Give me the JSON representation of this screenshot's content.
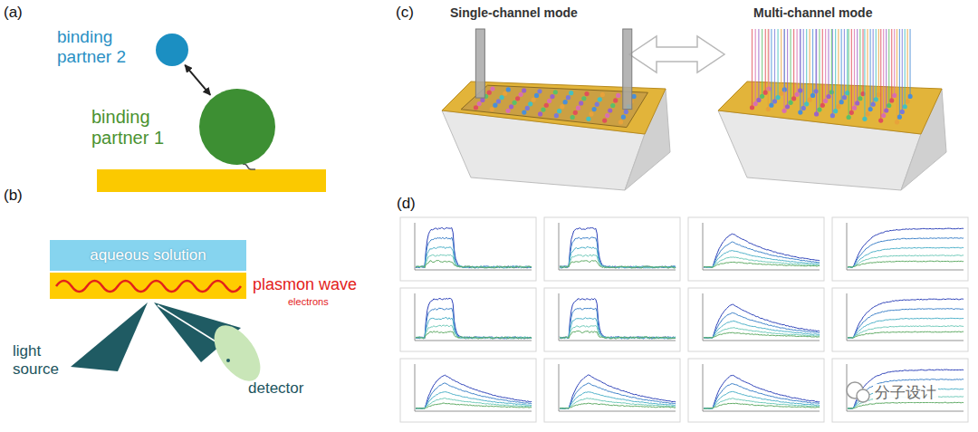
{
  "diagram": {
    "nodes": [
      {
        "text": [
          "binding partner 2"
        ]
      },
      {
        "text": [
          "binding partner 1"
        ]
      },
      {
        "text": [
          "aqueous solution"
        ]
      }
    ],
    "edges": [
      {
        "from": 0,
        "to": 1,
        "arrow": "both"
      }
    ],
    "labels": [
      "(a)",
      "(b)",
      "plasmon wave",
      "electrons",
      "light source",
      "detector",
      "(c)",
      "Single-channel mode",
      "Multi-channel mode",
      "(d)",
      "分子设计"
    ]
  }
}
